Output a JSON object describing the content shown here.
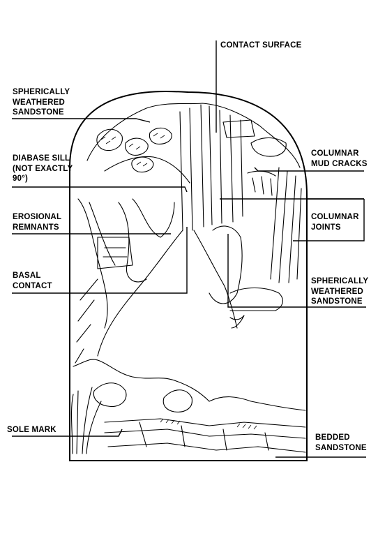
{
  "labels": {
    "contact_surface": "CONTACT SURFACE",
    "spherically_weathered_top": "SPHERICALLY\nWEATHERED\nSANDSTONE",
    "diabase_sill": "DIABASE SILL\n(NOT EXACTLY\n90°)",
    "erosional_remnants": "EROSIONAL\nREMNANTS",
    "basal_contact": "BASAL\nCONTACT",
    "sole_mark": "SOLE MARK",
    "columnar_mud_cracks": "COLUMNAR\nMUD CRACKS",
    "columnar_joints": "COLUMNAR\nJOINTS",
    "spherically_weathered_right": "SPHERICALLY\nWEATHERED\nSANDSTONE",
    "bedded_sandstone": "BEDDED\nSANDSTONE"
  },
  "colors": {
    "ink": "#000000",
    "paper": "#ffffff"
  }
}
